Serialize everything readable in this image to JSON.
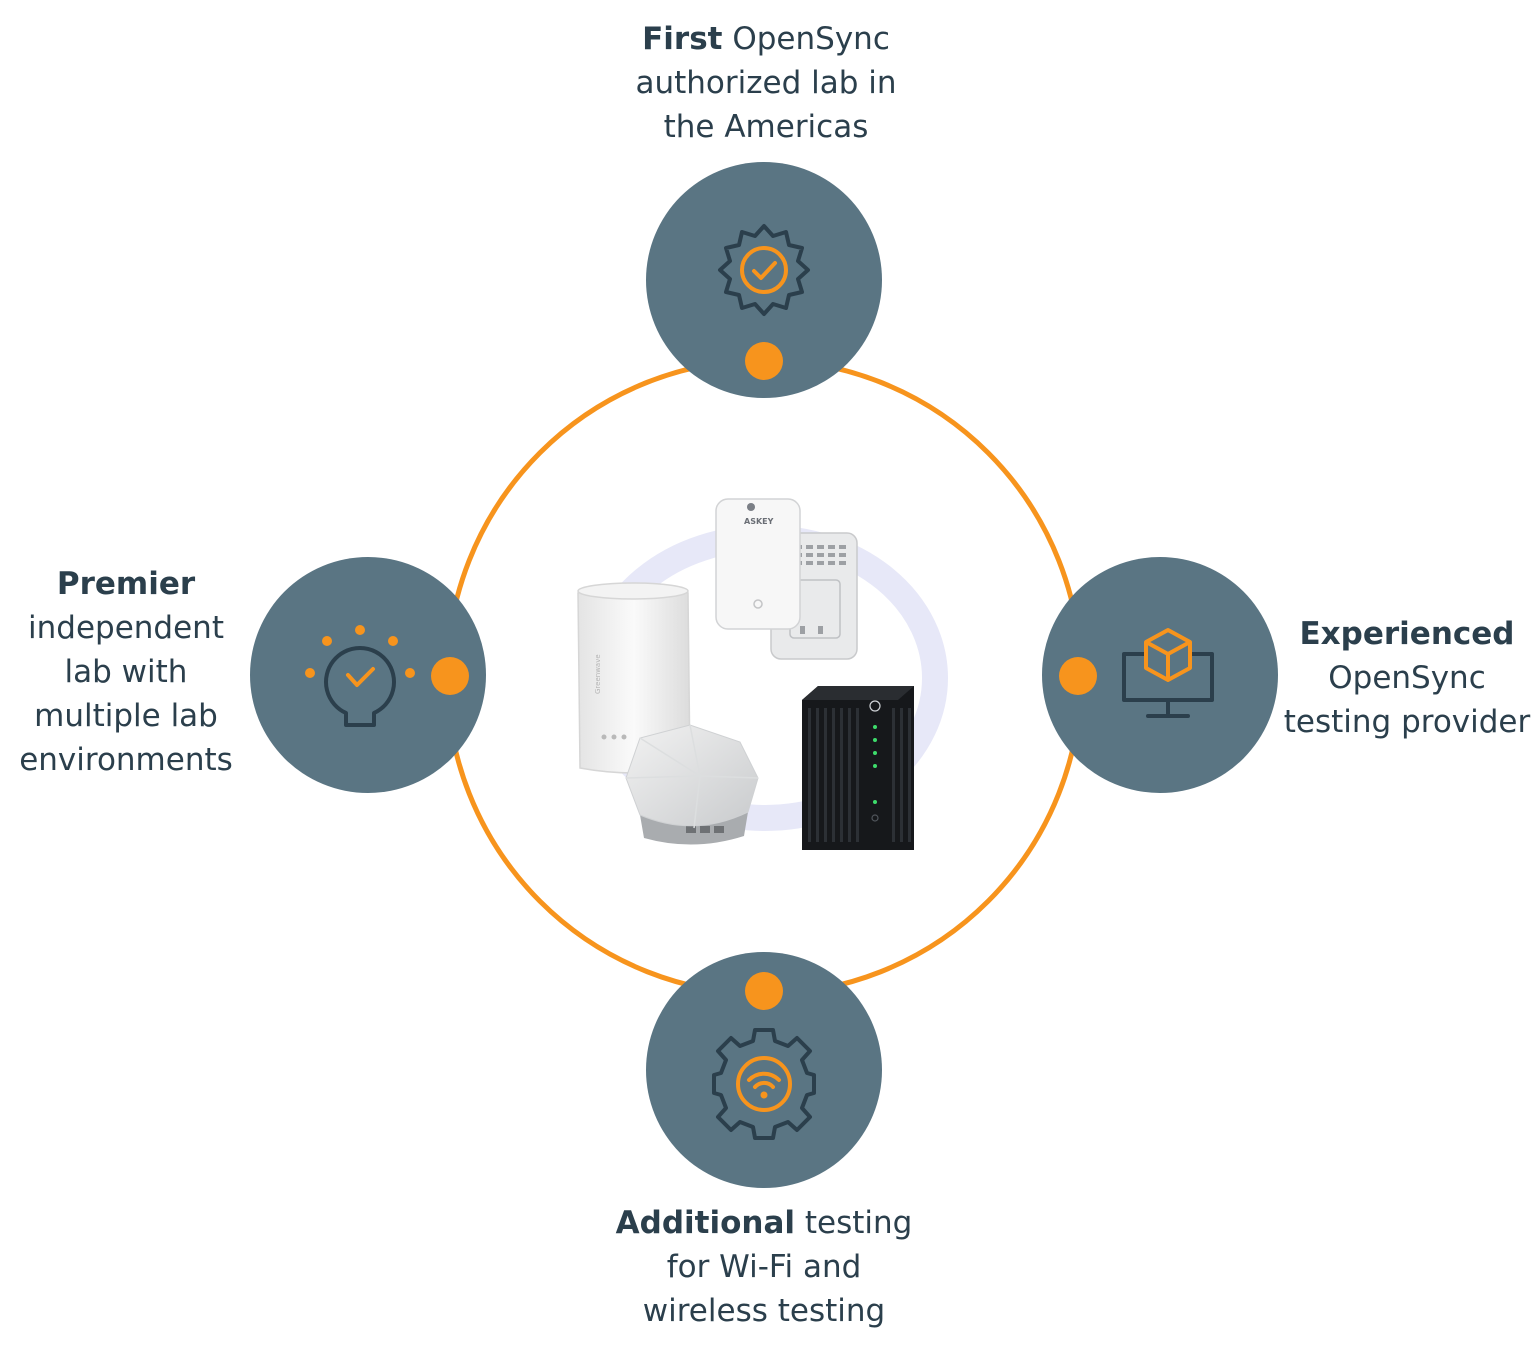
{
  "colors": {
    "accent": "#f7941d",
    "badge_fill": "#5a7583",
    "text": "#2b3f4c"
  },
  "hub": {
    "devices": [
      "router-tower-icon",
      "wall-extender-icon",
      "mesh-pod-icon",
      "black-modem-icon"
    ],
    "device_labels": {
      "extender_brand": "ASKEY"
    }
  },
  "features": [
    {
      "id": "top",
      "icon": "gear-check-icon",
      "lines": [
        {
          "bold": "First",
          "rest": " OpenSync"
        },
        {
          "bold": "",
          "rest": "authorized lab in"
        },
        {
          "bold": "",
          "rest": "the Americas"
        }
      ]
    },
    {
      "id": "left",
      "icon": "lightbulb-check-icon",
      "lines": [
        {
          "bold": "Premier",
          "rest": ""
        },
        {
          "bold": "",
          "rest": "independent"
        },
        {
          "bold": "",
          "rest": "lab with"
        },
        {
          "bold": "",
          "rest": "multiple lab"
        },
        {
          "bold": "",
          "rest": "environments"
        }
      ]
    },
    {
      "id": "right",
      "icon": "monitor-cube-icon",
      "lines": [
        {
          "bold": "Experienced",
          "rest": ""
        },
        {
          "bold": "",
          "rest": "OpenSync"
        },
        {
          "bold": "",
          "rest": "testing provider"
        }
      ]
    },
    {
      "id": "bottom",
      "icon": "gear-wifi-icon",
      "lines": [
        {
          "bold": "Additional",
          "rest": " testing"
        },
        {
          "bold": "",
          "rest": "for Wi-Fi and"
        },
        {
          "bold": "",
          "rest": "wireless testing"
        }
      ]
    }
  ]
}
